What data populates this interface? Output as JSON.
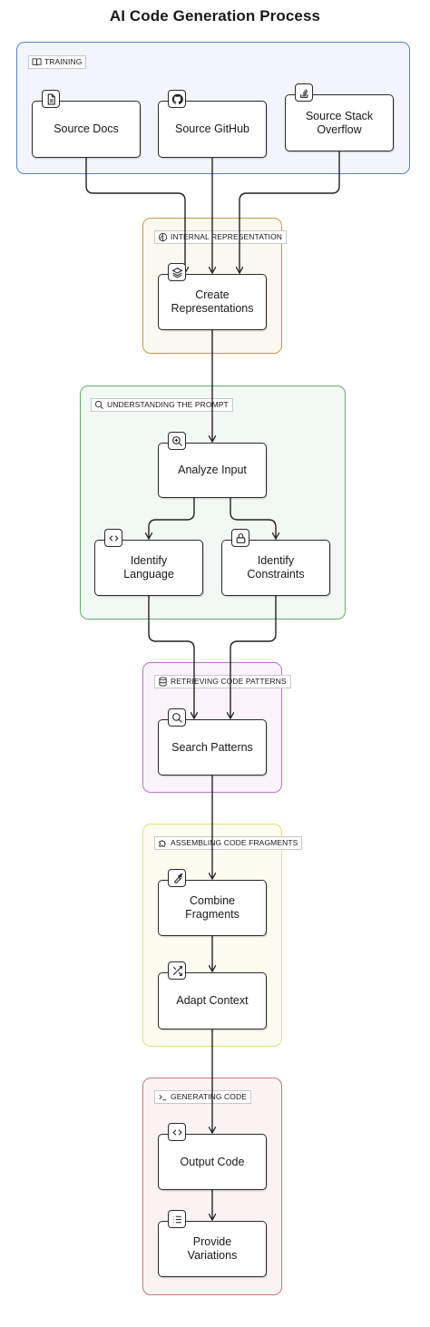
{
  "title": "AI Code Generation Process",
  "groups": {
    "training": {
      "label": "TRAINING",
      "icon": "book-open-icon",
      "color": "#5b7fc4"
    },
    "internal": {
      "label": "INTERNAL REPRESENTATION",
      "icon": "brain-icon",
      "color": "#c8984a"
    },
    "understanding": {
      "label": "UNDERSTANDING THE PROMPT",
      "icon": "search-icon",
      "color": "#66ad72"
    },
    "retrieving": {
      "label": "RETRIEVING CODE PATTERNS",
      "icon": "database-icon",
      "color": "#c470d0"
    },
    "assembling": {
      "label": "ASSEMBLING CODE FRAGMENTS",
      "icon": "puzzle-icon",
      "color": "#e6df78"
    },
    "generating": {
      "label": "GENERATING CODE",
      "icon": "terminal-icon",
      "color": "#c87878"
    }
  },
  "nodes": {
    "source_docs": {
      "label": "Source Docs",
      "icon": "file-text-icon"
    },
    "source_github": {
      "label": "Source GitHub",
      "icon": "github-icon"
    },
    "source_stack": {
      "label": "Source Stack\nOverflow",
      "icon": "stack-overflow-icon"
    },
    "create_rep": {
      "label": "Create\nRepresentations",
      "icon": "layers-icon"
    },
    "analyze_input": {
      "label": "Analyze Input",
      "icon": "zoom-in-icon"
    },
    "identify_language": {
      "label": "Identify\nLanguage",
      "icon": "code-icon"
    },
    "identify_constraints": {
      "label": "Identify\nConstraints",
      "icon": "lock-icon"
    },
    "search_patterns": {
      "label": "Search Patterns",
      "icon": "search-icon"
    },
    "combine_fragments": {
      "label": "Combine\nFragments",
      "icon": "wrench-icon"
    },
    "adapt_context": {
      "label": "Adapt Context",
      "icon": "shuffle-icon"
    },
    "output_code": {
      "label": "Output Code",
      "icon": "code-icon"
    },
    "provide_variations": {
      "label": "Provide\nVariations",
      "icon": "list-icon"
    }
  }
}
